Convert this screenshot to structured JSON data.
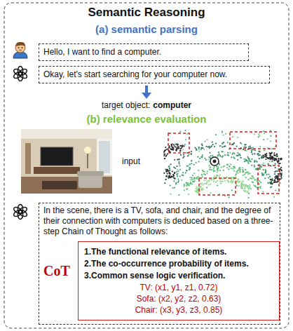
{
  "diagram": {
    "title": "Semantic Reasoning",
    "nodes": [
      {
        "text": [
          "Hello, I want to find a computer."
        ]
      },
      {
        "text": [
          "Okay, let's start searching for your computer now."
        ]
      },
      {
        "text": [
          "In the scene, there is a TV, sofa, and chair, and the degree of their connection with computers is deduced based on a three-step Chain of Thought as follows:"
        ]
      },
      {
        "text": [
          "CoT",
          "1.The functional relevance of items.",
          "2.The co-occurrence probability of items.",
          "3.Common sense logic verification.",
          "TV: (x1, y1, z1, 0.72)",
          "Sofa: (x2, y2, z2, 0.63)",
          "Chair: (x3, y3, z3, 0.85)"
        ],
        "in": 2
      }
    ],
    "labels": [
      "(a) semantic parsing",
      "target object:",
      "computer",
      "(b) relevance evaluation",
      "input"
    ]
  }
}
